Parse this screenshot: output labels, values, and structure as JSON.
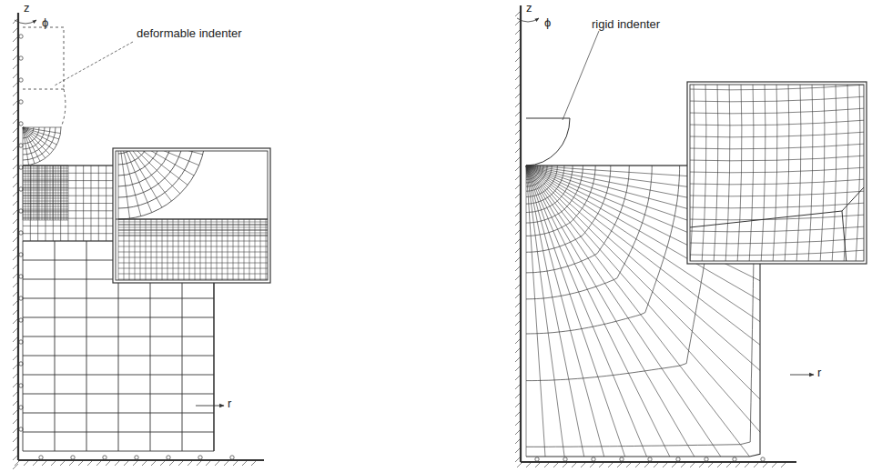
{
  "diagram": {
    "labels": [
      "z",
      "ϕ",
      "deformable indenter",
      "r",
      "z",
      "ϕ",
      "rigid indenter",
      "r"
    ]
  }
}
